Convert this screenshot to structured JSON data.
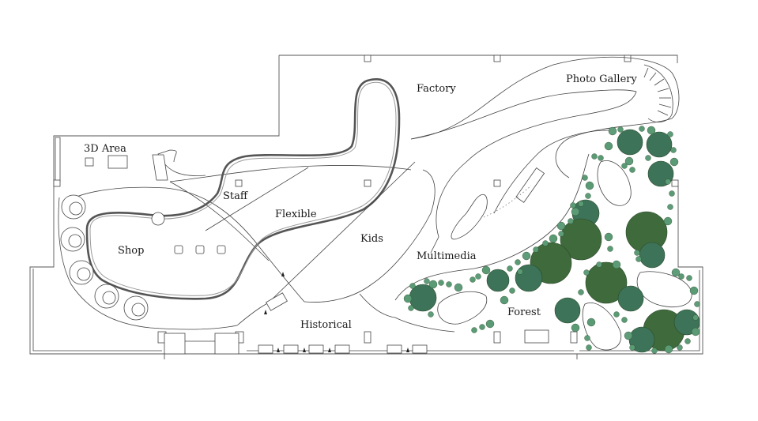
{
  "zones": {
    "factory": "Factory",
    "photo_gallery": "Photo Gallery",
    "area_3d": "3D Area",
    "staff": "Staff",
    "flexible": "Flexible",
    "shop": "Shop",
    "kids": "Kids",
    "multimedia": "Multimedia",
    "historical": "Historical",
    "forest": "Forest"
  },
  "colors": {
    "tree_dark": "#3f6a3c",
    "tree_mid": "#3d7358",
    "tree_light": "#5f9c7a",
    "shrub": "#5a9a74",
    "wall": "#555555",
    "track": "#555555"
  }
}
